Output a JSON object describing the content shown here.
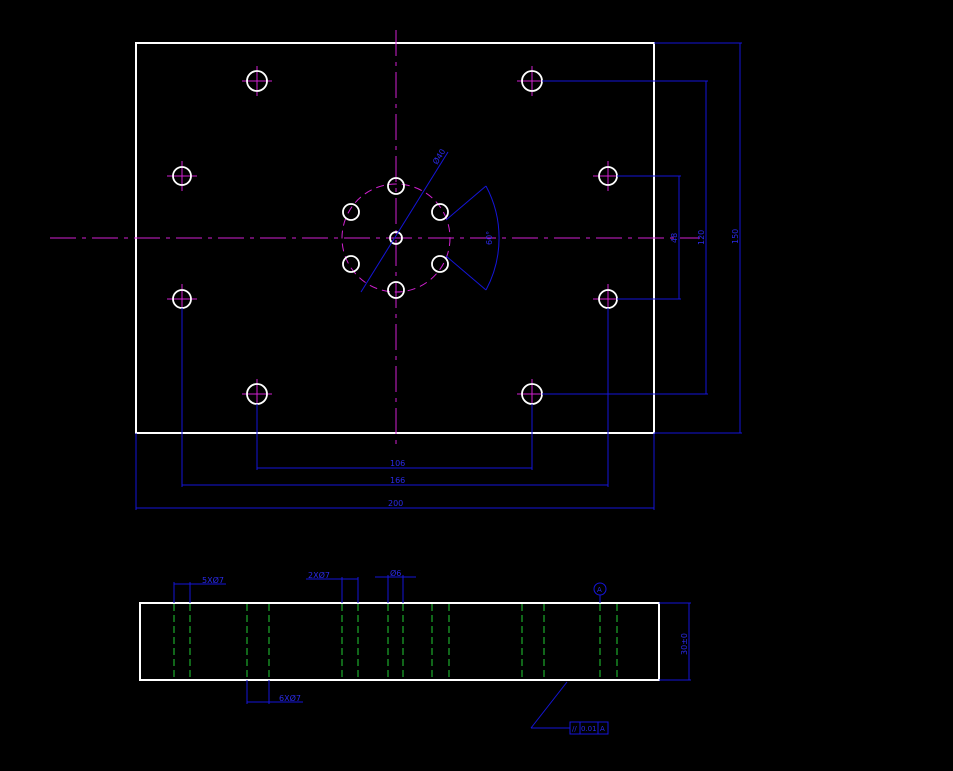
{
  "dimensions": {
    "pitch_x_inner": "106",
    "pitch_x_outer": "166",
    "plate_width": "200",
    "pitch_y_inner": "48",
    "pitch_y_outer": "120",
    "plate_height": "150",
    "bolt_circle_dia": "Ø40",
    "angle": "60°"
  },
  "side_view": {
    "callout_1": "5XØ7",
    "callout_2": "2XØ7",
    "callout_3": "Ø6",
    "callout_4": "6XØ7",
    "thickness": "30±0",
    "datum": "A"
  },
  "tolerance_frame": {
    "symbol": "//",
    "value": "0.01",
    "datum": "A"
  },
  "colors": {
    "background": "#000000",
    "outline": "#ffffff",
    "center_line": "#d020d0",
    "dimension": "#1515d8",
    "hidden_line": "#22cc33"
  }
}
